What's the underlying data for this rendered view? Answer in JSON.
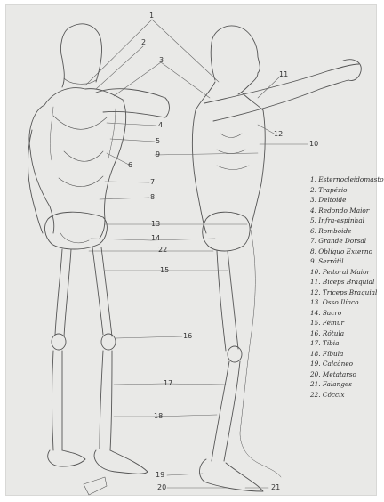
{
  "callouts": [
    "1",
    "2",
    "3",
    "4",
    "5",
    "6",
    "7",
    "8",
    "9",
    "10",
    "11",
    "12",
    "13",
    "14",
    "15",
    "16",
    "17",
    "18",
    "19",
    "20",
    "21",
    "22"
  ],
  "legend": [
    "1. Esternocleidomastoideo",
    "2. Trapézio",
    "3. Deltoide",
    "4. Redondo Maior",
    "5. Infra-espinhal",
    "6. Romboide",
    "7. Grande Dorsal",
    "8. Oblíquo Externo",
    "9. Serrátil",
    "10. Peitoral Maior",
    "11. Bíceps Braquial",
    "12. Tríceps Braquial",
    "13. Osso Ilíaco",
    "14. Sacro",
    "15. Fêmur",
    "16. Rótula",
    "17. Tíbia",
    "18. Fíbula",
    "19. Calcâneo",
    "20. Metatarso",
    "21. Falanges",
    "22. Cóccix"
  ]
}
